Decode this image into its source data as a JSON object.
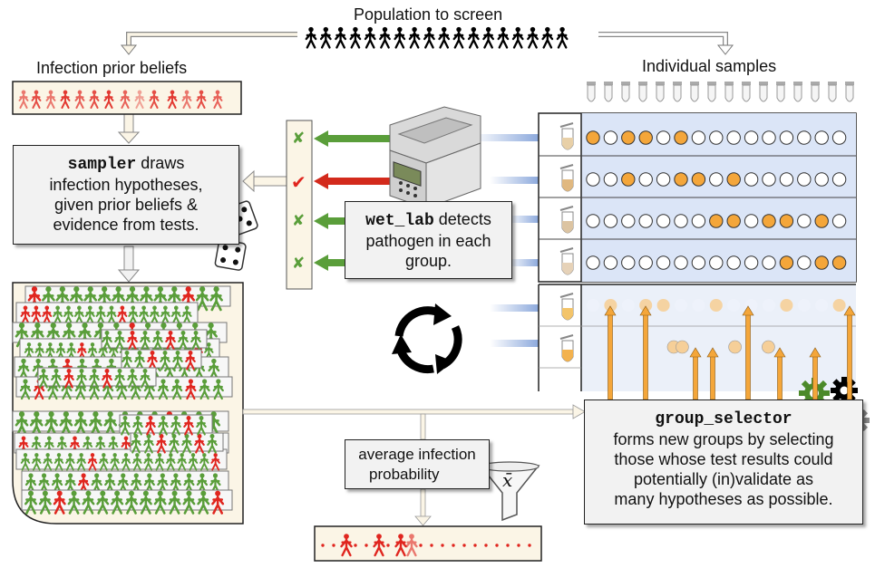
{
  "labels": {
    "population": "Population to screen",
    "prior": "Infection prior beliefs",
    "samples": "Individual samples"
  },
  "sampler": {
    "code": "sampler",
    "line1_rest": " draws",
    "line2": "infection hypotheses,",
    "line3": "given prior beliefs &",
    "line4": "evidence from tests."
  },
  "wet_lab": {
    "code": "wet_lab",
    "line1_rest": " detects",
    "line2": "pathogen in each",
    "line3": "group."
  },
  "average": {
    "line1": "average infection",
    "line2": "probability",
    "symbol": "x̄"
  },
  "group_selector": {
    "code": "group_selector",
    "line1": "forms new groups by selecting",
    "line2": "those whose test results could",
    "line3": "potentially (in)validate as",
    "line4": "many hypotheses as possible."
  },
  "test_results": [
    "✘",
    "✔",
    "✘",
    "✘"
  ],
  "colors": {
    "orange": "#f4a63a",
    "green": "#5a9e3a",
    "red": "#e0261f",
    "panel_blue": "#dbe5f7",
    "box_fill": "#f2f2f2",
    "cream": "#fbf5e6"
  },
  "grid": {
    "columns": 15,
    "rows": [
      [
        1,
        0,
        1,
        1,
        0,
        1,
        0,
        0,
        0,
        0,
        0,
        0,
        0,
        0,
        0
      ],
      [
        0,
        0,
        1,
        0,
        0,
        1,
        1,
        0,
        1,
        0,
        0,
        0,
        0,
        0,
        0
      ],
      [
        0,
        0,
        0,
        0,
        0,
        0,
        0,
        1,
        1,
        0,
        1,
        1,
        0,
        1,
        0
      ],
      [
        0,
        0,
        0,
        0,
        0,
        0,
        0,
        0,
        0,
        0,
        0,
        1,
        0,
        1,
        1
      ]
    ],
    "pending_row1": [
      0,
      1,
      0,
      1,
      1,
      0,
      0,
      1,
      0,
      0,
      0,
      1,
      0,
      0,
      1
    ],
    "pending_row2": [
      0,
      0,
      0,
      0,
      0,
      1,
      1,
      0,
      0,
      1,
      0,
      1,
      0,
      0,
      0
    ]
  },
  "icons": [
    "person-icon",
    "pcr-machine-icon",
    "dice-icon",
    "cycle-arrows-icon",
    "funnel-icon",
    "gear-icon",
    "test-tube-icon",
    "check-icon",
    "cross-icon"
  ]
}
